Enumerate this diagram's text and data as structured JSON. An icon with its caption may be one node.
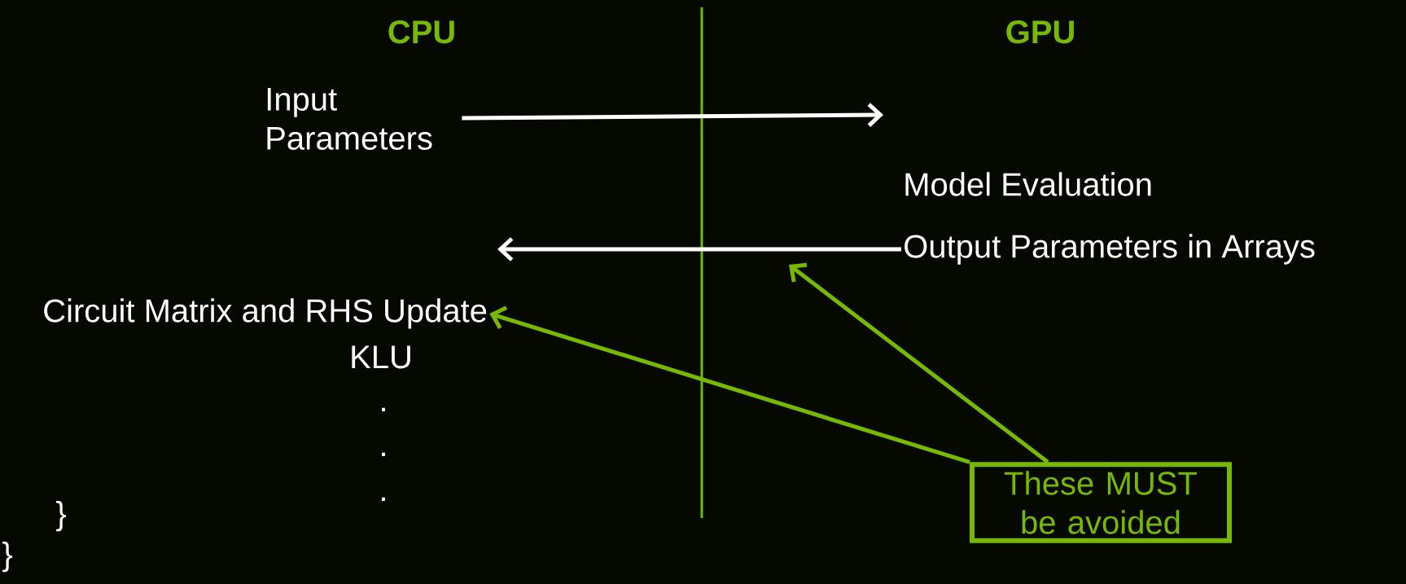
{
  "diagram": {
    "nodes": [
      {
        "text": [
          "Input Parameters"
        ]
      },
      {
        "text": [
          "Model Evaluation"
        ]
      },
      {
        "text": [
          "Output Parameters in Arrays"
        ]
      },
      {
        "text": [
          "Circuit Matrix and RHS Update"
        ]
      },
      {
        "text": [
          "These MUST be avoided"
        ]
      }
    ],
    "edges": [
      {
        "from": 0,
        "to": null,
        "arrow": "to"
      },
      {
        "from": 2,
        "to": null,
        "arrow": "to"
      },
      {
        "from": 4,
        "to": 3,
        "arrow": "to",
        "color": "#76b900"
      },
      {
        "from": 4,
        "to": null,
        "arrow": "to",
        "color": "#76b900"
      }
    ],
    "labels": [
      "CPU",
      "GPU",
      "KLU",
      ".",
      ".",
      ".",
      "}",
      "}"
    ]
  }
}
